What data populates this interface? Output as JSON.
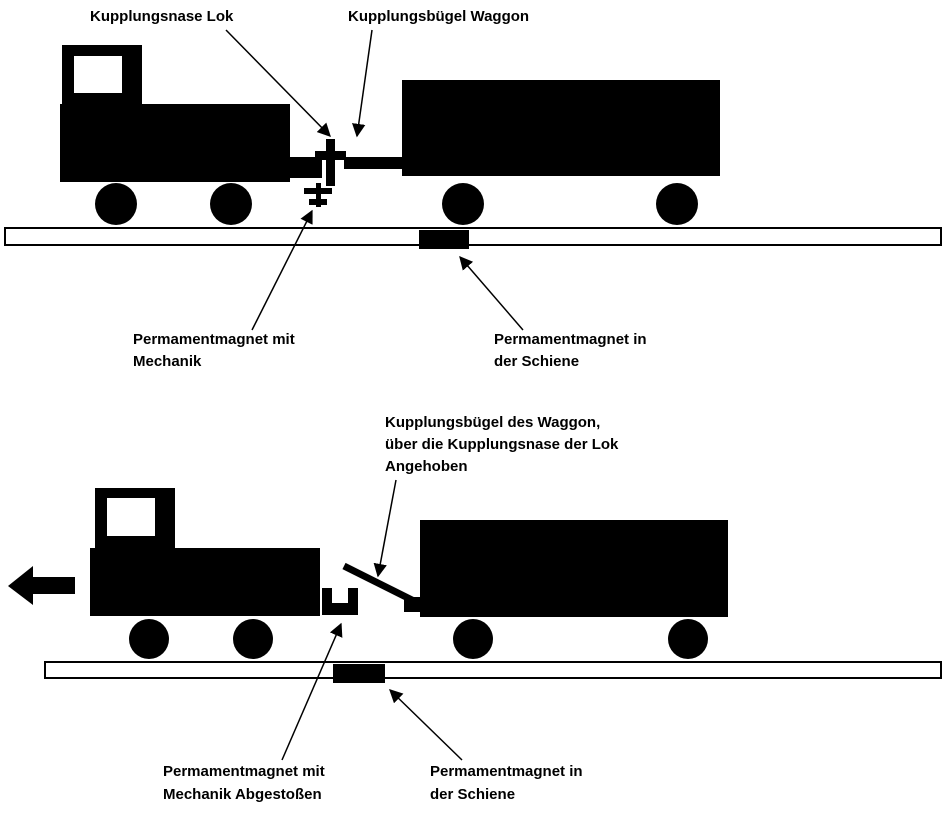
{
  "colors": {
    "ink": "#000000",
    "background": "#ffffff"
  },
  "top": {
    "label_kupplungsnase": "Kupplungsnase Lok",
    "label_kupplungsbuegel": "Kupplungsbügel Waggon",
    "label_magnet_mechanik": {
      "line1": "Permamentmagnet mit",
      "line2": "Mechanik"
    },
    "label_magnet_schiene": {
      "line1": "Permamentmagnet in",
      "line2": "der Schiene"
    }
  },
  "bottom": {
    "label_buegel": {
      "line1": "Kupplungsbügel des Waggon,",
      "line2": "über die Kupplungsnase der Lok",
      "line3": "Angehoben"
    },
    "label_magnet_mechanik": {
      "line1": "Permamentmagnet mit",
      "line2": "Mechanik Abgestoßen"
    },
    "label_magnet_schiene": {
      "line1": "Permamentmagnet in",
      "line2": "der Schiene"
    }
  }
}
